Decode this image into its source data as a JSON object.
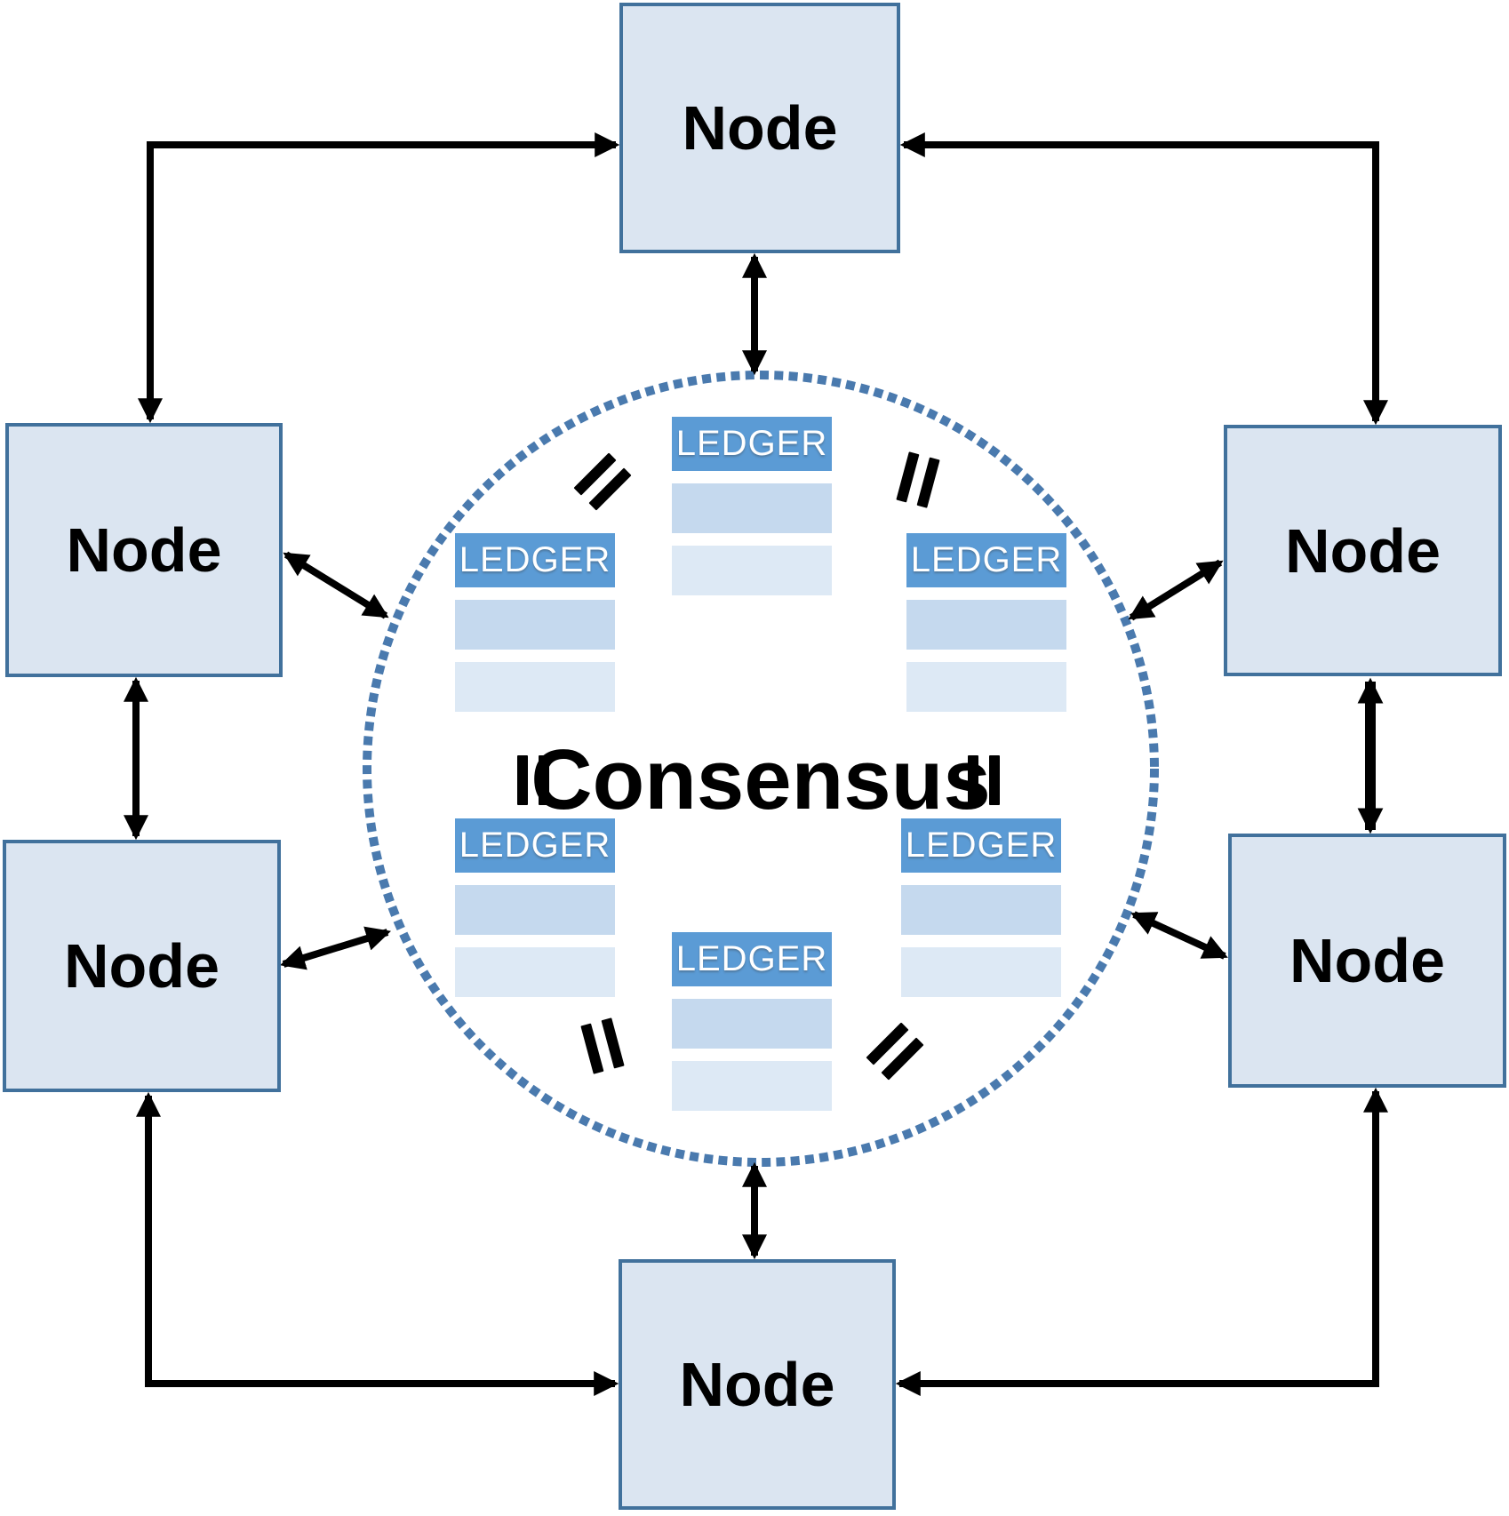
{
  "diagram": {
    "center_label": "Consensus",
    "nodes": [
      {
        "id": "top",
        "label": "Node"
      },
      {
        "id": "upper-left",
        "label": "Node"
      },
      {
        "id": "upper-right",
        "label": "Node"
      },
      {
        "id": "lower-left",
        "label": "Node"
      },
      {
        "id": "lower-right",
        "label": "Node"
      },
      {
        "id": "bottom",
        "label": "Node"
      }
    ],
    "ledgers": [
      {
        "id": "top",
        "label": "LEDGER",
        "rows": 2
      },
      {
        "id": "upper-left",
        "label": "LEDGER",
        "rows": 2
      },
      {
        "id": "upper-right",
        "label": "LEDGER",
        "rows": 2
      },
      {
        "id": "lower-left",
        "label": "LEDGER",
        "rows": 2
      },
      {
        "id": "lower-right",
        "label": "LEDGER",
        "rows": 2
      },
      {
        "id": "bottom",
        "label": "LEDGER",
        "rows": 2
      }
    ],
    "icons": {
      "equals_sign_count": 6,
      "consensus_circle": "dotted-circle",
      "arrow_style": "double-headed"
    },
    "colors": {
      "node_fill": "#dbe5f1",
      "node_border": "#41719c",
      "ledger_header": "#5b9bd5",
      "ledger_row_medium": "#c5d9ee",
      "ledger_row_light": "#dde9f5",
      "circle_dots": "#4a7aae",
      "arrows": "#000000",
      "text": "#000000",
      "ledger_text": "#ffffff"
    }
  }
}
